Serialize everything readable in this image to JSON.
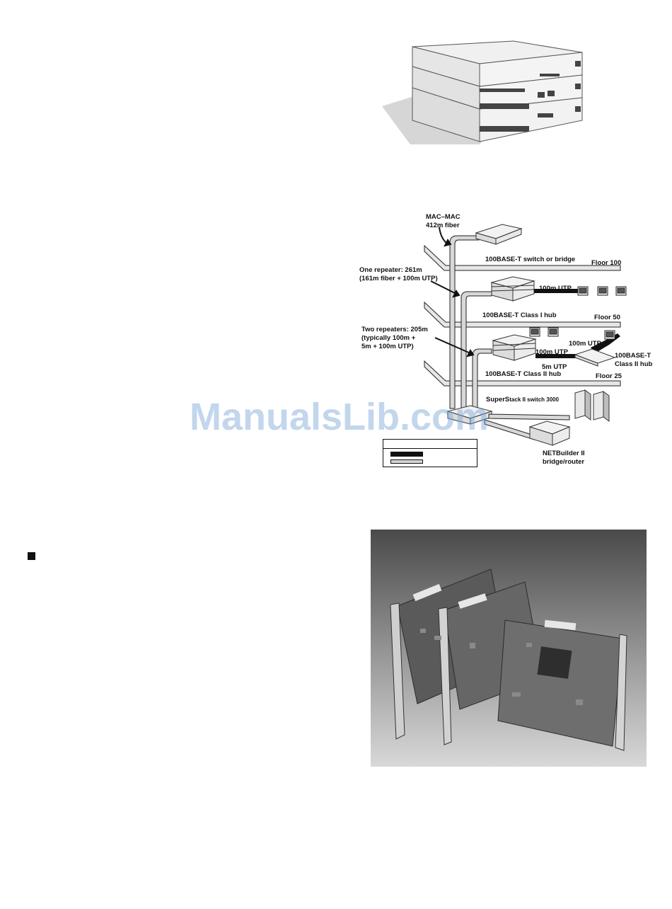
{
  "watermark": "ManualsLib.com",
  "diagram": {
    "labels": {
      "mac_mac": "MAC–MAC\n412m fiber",
      "switch_bridge": "100BASE-T switch or bridge",
      "floor100": "Floor 100",
      "one_repeater": "One repeater: 261m\n(161m fiber + 100m UTP)",
      "utp_100m_a": "100m UTP",
      "class1_hub": "100BASE-T Class I hub",
      "floor50": "Floor 50",
      "two_repeaters": "Two repeaters: 205m\n(typically 100m +\n5m + 100m UTP)",
      "utp_100m_b": "100m UTP",
      "utp_100m_c": "100m UTP",
      "class2_hub_right": "100BASE-T\nClass II hub",
      "utp_5m": "5m UTP",
      "class2_hub": "100BASE-T Class II hub",
      "floor25": "Floor 25",
      "superstack_a": "SuperS",
      "superstack_b": "tack II switch 3000",
      "netbuilder": "NETBuilder II\nbridge/router"
    }
  }
}
